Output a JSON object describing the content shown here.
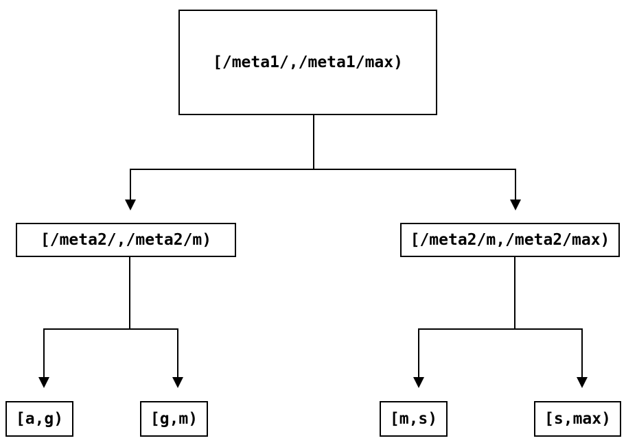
{
  "diagram": {
    "type": "tree",
    "colors": {
      "background": "#ffffff",
      "node_fill": "#ffffff",
      "node_border": "#000000",
      "line": "#000000",
      "text": "#000000"
    },
    "nodes": {
      "root": {
        "id": "root",
        "label": "[/meta1/,/meta1/max)"
      },
      "left_mid": {
        "id": "left_mid",
        "label": "[/meta2/,/meta2/m)"
      },
      "right_mid": {
        "id": "right_mid",
        "label": "[/meta2/m,/meta2/max)"
      },
      "leaf_ag": {
        "id": "leaf_ag",
        "label": "[a,g)"
      },
      "leaf_gm": {
        "id": "leaf_gm",
        "label": "[g,m)"
      },
      "leaf_ms": {
        "id": "leaf_ms",
        "label": "[m,s)"
      },
      "leaf_smax": {
        "id": "leaf_smax",
        "label": "[s,max)"
      }
    },
    "edges": [
      {
        "from": "root",
        "to": "left_mid"
      },
      {
        "from": "root",
        "to": "right_mid"
      },
      {
        "from": "left_mid",
        "to": "leaf_ag"
      },
      {
        "from": "left_mid",
        "to": "leaf_gm"
      },
      {
        "from": "right_mid",
        "to": "leaf_ms"
      },
      {
        "from": "right_mid",
        "to": "leaf_smax"
      }
    ]
  }
}
